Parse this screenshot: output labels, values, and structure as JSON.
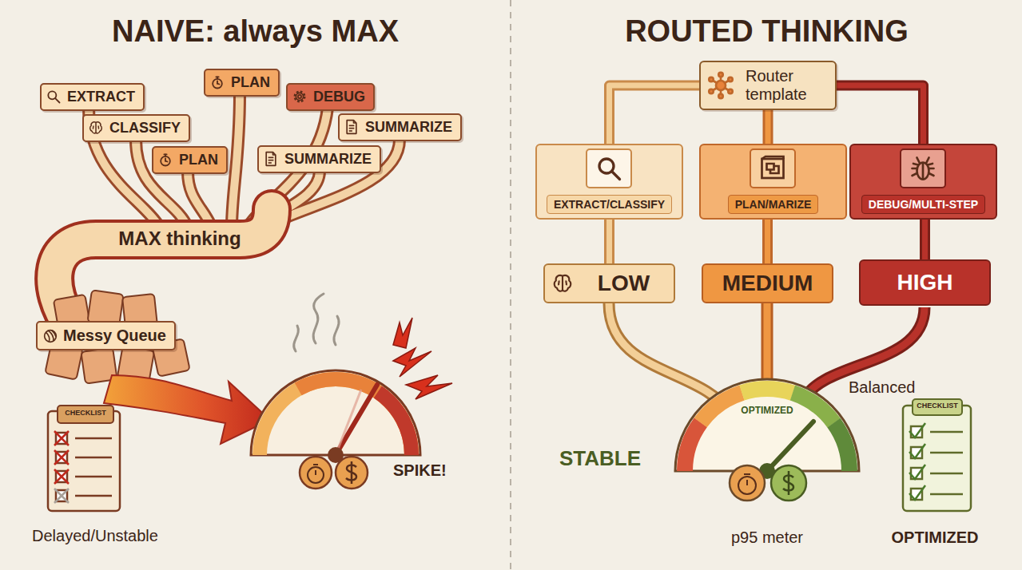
{
  "diagram": {
    "nodes": [
      {
        "text": [
          "PLAN"
        ]
      },
      {
        "text": [
          "EXTRACT"
        ]
      },
      {
        "text": [
          "DEBUG"
        ]
      },
      {
        "text": [
          "CLASSIFY"
        ]
      },
      {
        "text": [
          "SUMMARIZE"
        ]
      },
      {
        "text": [
          "PLAN"
        ]
      },
      {
        "text": [
          "SUMMARIZE"
        ]
      },
      {
        "text": [
          "Messy Queue"
        ]
      },
      {
        "text": [
          "Router template"
        ]
      },
      {
        "text": [
          "EXTRACT/CLASSIFY"
        ]
      },
      {
        "text": [
          "PLAN/MARIZE"
        ]
      },
      {
        "text": [
          "DEBUG/MULTI-STEP"
        ]
      },
      {
        "text": [
          "LOW"
        ]
      },
      {
        "text": [
          "MEDIUM"
        ]
      },
      {
        "text": [
          "HIGH"
        ]
      }
    ],
    "edges": [
      {
        "from": 8,
        "to": 9,
        "arrow": "none"
      },
      {
        "from": 8,
        "to": 10,
        "arrow": "none"
      },
      {
        "from": 8,
        "to": 11,
        "arrow": "none"
      },
      {
        "from": 9,
        "to": 12,
        "arrow": "none"
      },
      {
        "from": 10,
        "to": 13,
        "arrow": "none"
      },
      {
        "from": 11,
        "to": 14,
        "arrow": "none"
      }
    ],
    "labels": [
      "NAIVE: always MAX",
      "ROUTED THINKING",
      "MAX thinking",
      "SPIKE!",
      "CHECKLIST",
      "Delayed/Unstable",
      "Balanced",
      "OPTIMIZED",
      "STABLE",
      "p95 meter",
      "CHECKLIST",
      "OPTIMIZED"
    ]
  }
}
